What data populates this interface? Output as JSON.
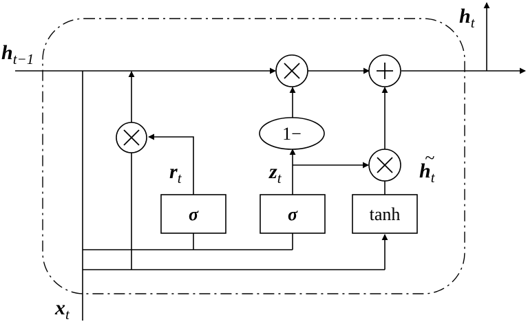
{
  "labels": {
    "h_prev": {
      "main": "h",
      "sub": "t−1"
    },
    "x_t": {
      "main": "x",
      "sub": "t"
    },
    "h_t": {
      "main": "h",
      "sub": "t"
    },
    "r_t": {
      "main": "r",
      "sub": "t"
    },
    "z_t": {
      "main": "z",
      "sub": "t"
    },
    "h_tilde": {
      "main": "h",
      "sub": "t",
      "accent": "~"
    }
  },
  "blocks": {
    "sigma_r": "σ",
    "sigma_z": "σ",
    "tanh": "tanh",
    "one_minus": "1−"
  },
  "operators": {
    "multiply": "×",
    "add": "+"
  },
  "colors": {
    "stroke": "#000000",
    "background": "#ffffff"
  }
}
